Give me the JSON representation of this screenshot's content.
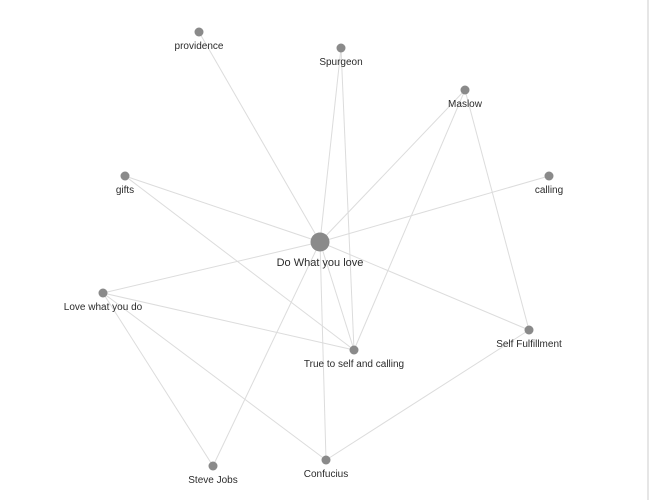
{
  "graph": {
    "nodes": [
      {
        "id": "do-what-you-love",
        "label": "Do What you love",
        "central": true
      },
      {
        "id": "providence",
        "label": "providence"
      },
      {
        "id": "spurgeon",
        "label": "Spurgeon"
      },
      {
        "id": "maslow",
        "label": "Maslow"
      },
      {
        "id": "gifts",
        "label": "gifts"
      },
      {
        "id": "calling",
        "label": "calling"
      },
      {
        "id": "love-what-you-do",
        "label": "Love what you do"
      },
      {
        "id": "true-to-self",
        "label": "True to self and calling"
      },
      {
        "id": "self-fulfillment",
        "label": "Self Fulfillment"
      },
      {
        "id": "steve-jobs",
        "label": "Steve Jobs"
      },
      {
        "id": "confucius",
        "label": "Confucius"
      }
    ],
    "edges": [
      [
        "do-what-you-love",
        "providence"
      ],
      [
        "do-what-you-love",
        "spurgeon"
      ],
      [
        "do-what-you-love",
        "maslow"
      ],
      [
        "do-what-you-love",
        "gifts"
      ],
      [
        "do-what-you-love",
        "calling"
      ],
      [
        "do-what-you-love",
        "love-what-you-do"
      ],
      [
        "do-what-you-love",
        "true-to-self"
      ],
      [
        "do-what-you-love",
        "self-fulfillment"
      ],
      [
        "do-what-you-love",
        "steve-jobs"
      ],
      [
        "do-what-you-love",
        "confucius"
      ],
      [
        "spurgeon",
        "true-to-self"
      ],
      [
        "maslow",
        "true-to-self"
      ],
      [
        "maslow",
        "self-fulfillment"
      ],
      [
        "gifts",
        "true-to-self"
      ],
      [
        "love-what-you-do",
        "true-to-self"
      ],
      [
        "love-what-you-do",
        "steve-jobs"
      ],
      [
        "love-what-you-do",
        "confucius"
      ],
      [
        "self-fulfillment",
        "confucius"
      ]
    ]
  }
}
